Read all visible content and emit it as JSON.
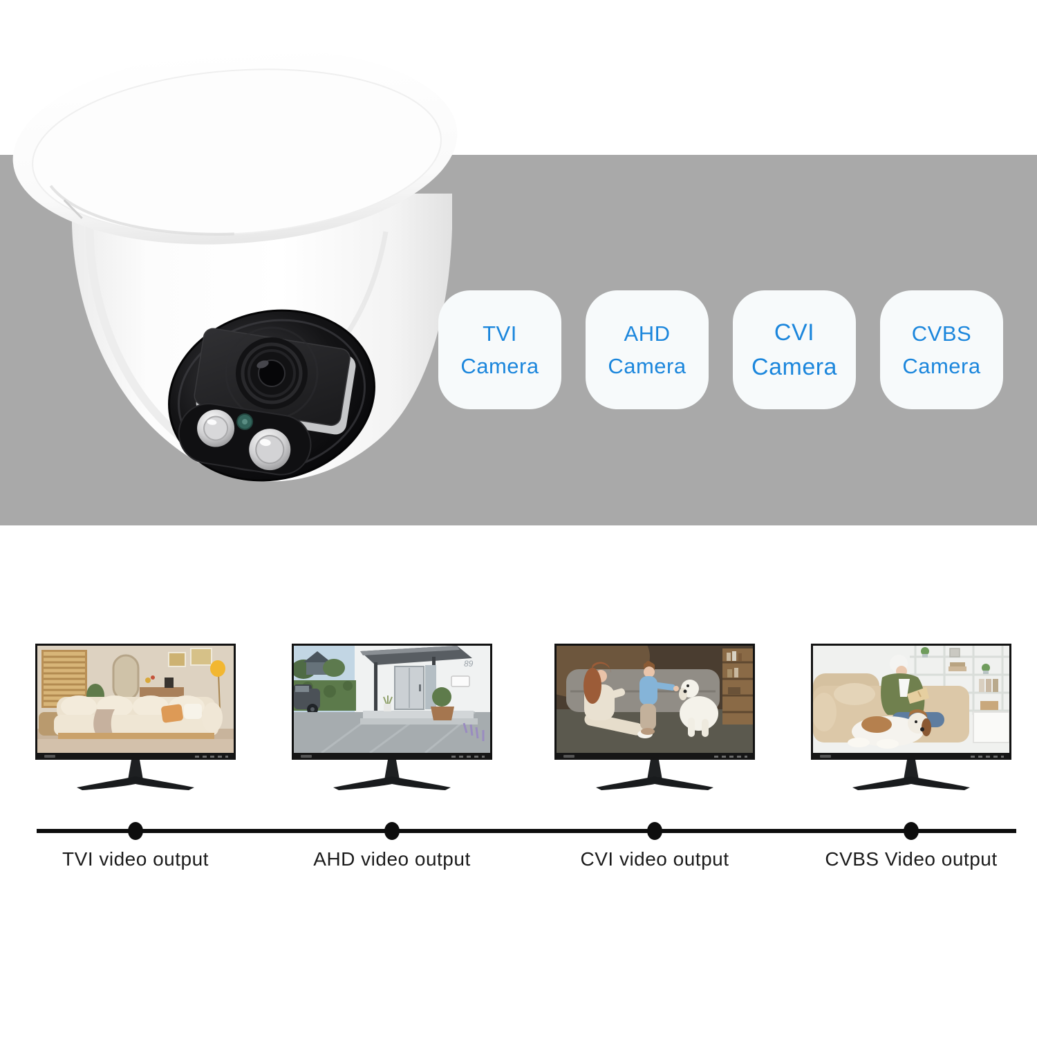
{
  "page": {
    "band_color": "#a9a9a9",
    "background": "#ffffff"
  },
  "hero": {
    "camera": {
      "description": "White turret CCTV camera seen from below with black lens window, rectangular lens module, two IR LEDs and light sensor",
      "accent_color": "#1b86dc",
      "card_bg": "#f7fafb"
    },
    "cards": [
      {
        "line1": "TVI",
        "line2": "Camera"
      },
      {
        "line1": "AHD",
        "line2": "Camera"
      },
      {
        "line1": "CVI",
        "line2": "Camera"
      },
      {
        "line1": "CVBS",
        "line2": "Camera"
      }
    ]
  },
  "outputs": {
    "house_number": "89",
    "items": [
      {
        "label": "TVI video output",
        "scene": "living room with beige sofa, window blinds, mirror and floor lamp"
      },
      {
        "label": "AHD video output",
        "scene": "modern house entrance with canopy, hedge and parked car"
      },
      {
        "label": "CVI video output",
        "scene": "mother and little girl playing with white dog by gray sofa"
      },
      {
        "label": "CVBS Video output",
        "scene": "elderly woman reading a book on sofa with beagle dog"
      }
    ]
  }
}
